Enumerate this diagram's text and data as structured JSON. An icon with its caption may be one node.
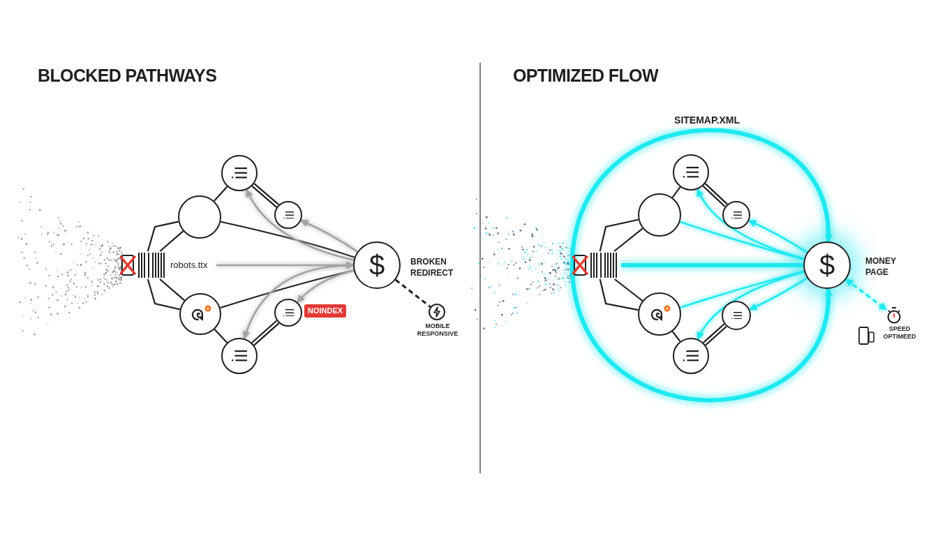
{
  "diagram": {
    "nodes": [
      {
        "text": [],
        "shape": "gate"
      },
      {
        "text": [
          "robots.ttx"
        ]
      },
      {
        "text": [],
        "shape": "circle"
      },
      {
        "text": [],
        "shape": "circle"
      },
      {
        "text": [],
        "shape": "circle"
      },
      {
        "text": [],
        "shape": "circle"
      },
      {
        "text": [
          "NOINDEX"
        ]
      },
      {
        "text": [],
        "shape": "circle"
      },
      {
        "text": [
          "$"
        ],
        "beside": [
          "BROKEN REDIRECT"
        ]
      },
      {
        "text": [],
        "shape": "circle",
        "beside": [
          "MOBILE RESPONSIVE"
        ]
      },
      {
        "text": [],
        "shape": "gate"
      },
      {
        "text": [],
        "shape": "circle"
      },
      {
        "text": [],
        "shape": "circle"
      },
      {
        "text": [],
        "shape": "circle"
      },
      {
        "text": [],
        "shape": "circle"
      },
      {
        "text": [],
        "shape": "circle"
      },
      {
        "text": [],
        "shape": "circle"
      },
      {
        "text": [
          "$"
        ],
        "beside": [
          "MONEY PAGE"
        ]
      },
      {
        "text": [],
        "shape": "stopwatch",
        "beside": [
          "SPEED OPTIMEED"
        ]
      }
    ],
    "edges": [
      {
        "from": 0,
        "to": 2,
        "arrow": "none"
      },
      {
        "from": 0,
        "to": 2,
        "arrow": "none"
      },
      {
        "from": 0,
        "to": 5,
        "arrow": "none"
      },
      {
        "from": 0,
        "to": 5,
        "arrow": "none"
      },
      {
        "from": 2,
        "to": 3,
        "arrow": "none"
      },
      {
        "from": 3,
        "to": 4,
        "arrow": "none",
        "style": "thick"
      },
      {
        "from": 2,
        "to": 8,
        "arrow": "none"
      },
      {
        "from": 5,
        "to": 8,
        "arrow": "none"
      },
      {
        "from": 5,
        "to": 7,
        "arrow": "none"
      },
      {
        "from": 7,
        "to": 6,
        "arrow": "none",
        "style": "thick"
      },
      {
        "from": 8,
        "to": 3,
        "arrow": "to",
        "color": "#a3a3a3"
      },
      {
        "from": 8,
        "to": 4,
        "arrow": "to",
        "color": "#a3a3a3"
      },
      {
        "from": 1,
        "to": 8,
        "arrow": "to",
        "color": "#a3a3a3"
      },
      {
        "from": 8,
        "to": 6,
        "arrow": "to",
        "color": "#a3a3a3"
      },
      {
        "from": 8,
        "to": 7,
        "arrow": "to",
        "color": "#a3a3a3"
      },
      {
        "from": 8,
        "to": 9,
        "arrow": "none",
        "style": "dashed"
      },
      {
        "from": 10,
        "to": 11,
        "arrow": "none"
      },
      {
        "from": 10,
        "to": 11,
        "arrow": "none"
      },
      {
        "from": 10,
        "to": 14,
        "arrow": "none"
      },
      {
        "from": 10,
        "to": 14,
        "arrow": "none"
      },
      {
        "from": 11,
        "to": 12,
        "arrow": "none"
      },
      {
        "from": 12,
        "to": 13,
        "arrow": "none",
        "style": "thick"
      },
      {
        "from": 14,
        "to": 16,
        "arrow": "none"
      },
      {
        "from": 16,
        "to": 15,
        "arrow": "none",
        "style": "thick"
      },
      {
        "from": 10,
        "to": 17,
        "arrow": "none",
        "style": "thick",
        "color": "#1de9f0"
      },
      {
        "from": 11,
        "to": 17,
        "arrow": "none",
        "color": "#1de9f0"
      },
      {
        "from": 14,
        "to": 17,
        "arrow": "none",
        "color": "#1de9f0"
      },
      {
        "from": 17,
        "to": 12,
        "arrow": "to",
        "color": "#1de9f0"
      },
      {
        "from": 17,
        "to": 13,
        "arrow": "to",
        "color": "#1de9f0"
      },
      {
        "from": 17,
        "to": 15,
        "arrow": "to",
        "color": "#1de9f0"
      },
      {
        "from": 17,
        "to": 16,
        "arrow": "to",
        "color": "#1de9f0"
      },
      {
        "from": 10,
        "to": 17,
        "arrow": "to",
        "label": "SITEMAP.XML",
        "style": "thick",
        "color": "#1de9f0"
      },
      {
        "from": 10,
        "to": 17,
        "arrow": "to",
        "style": "thick",
        "color": "#1de9f0"
      },
      {
        "from": 17,
        "to": 18,
        "arrow": "both",
        "style": "dashed",
        "color": "#1de9f0"
      }
    ],
    "labels": [
      "BLOCKED PATHWAYS",
      "OPTIMIZED FLOW"
    ]
  }
}
